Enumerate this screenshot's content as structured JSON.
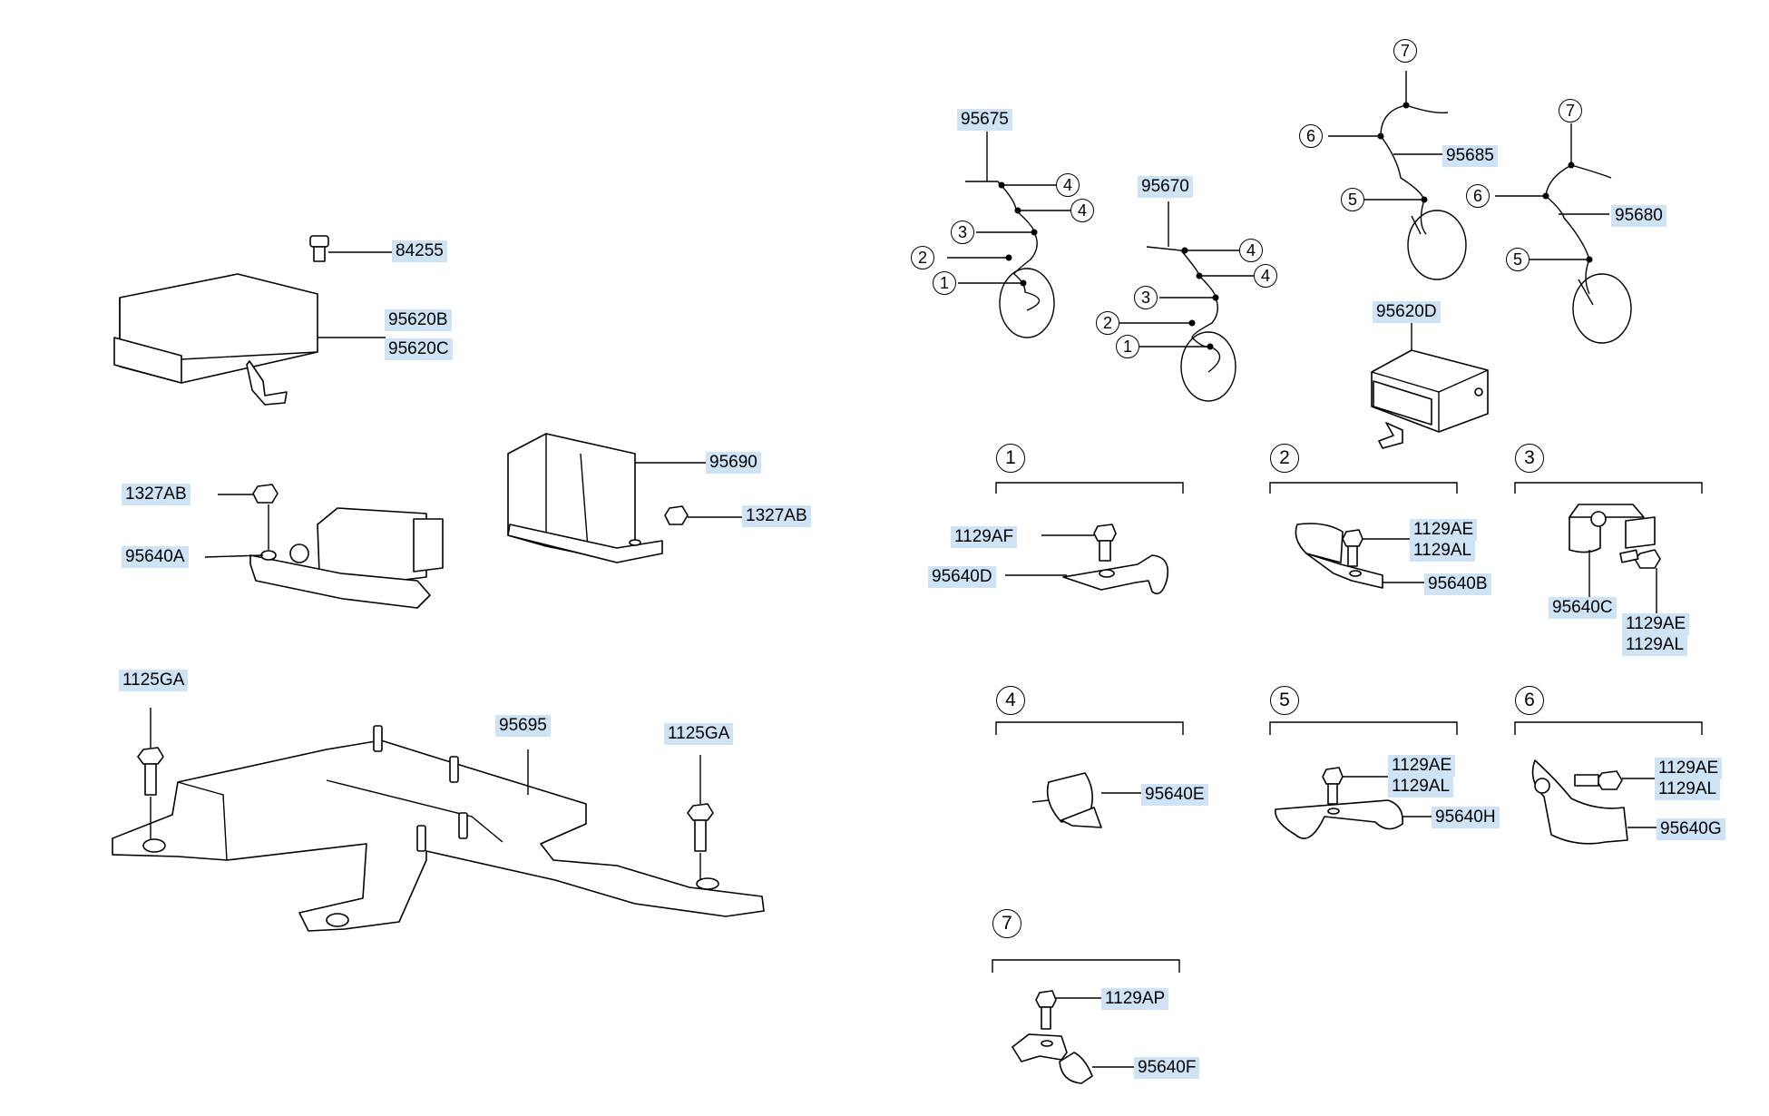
{
  "parts": {
    "p84255": "84255",
    "p95620B": "95620B",
    "p95620C": "95620C",
    "p95690": "95690",
    "p1327AB_a": "1327AB",
    "p1327AB_b": "1327AB",
    "p95640A": "95640A",
    "p1125GA_a": "1125GA",
    "p1125GA_b": "1125GA",
    "p95695": "95695",
    "p95675": "95675",
    "p95670": "95670",
    "p95685": "95685",
    "p95680": "95680",
    "p95620D": "95620D",
    "p1129AF": "1129AF",
    "p95640D": "95640D",
    "p1129AE_2": "1129AE",
    "p1129AL_2": "1129AL",
    "p95640B": "95640B",
    "p95640C": "95640C",
    "p1129AE_3": "1129AE",
    "p1129AL_3": "1129AL",
    "p95640E": "95640E",
    "p1129AE_5": "1129AE",
    "p1129AL_5": "1129AL",
    "p95640H": "95640H",
    "p1129AE_6": "1129AE",
    "p1129AL_6": "1129AL",
    "p95640G": "95640G",
    "p1129AP": "1129AP",
    "p95640F": "95640F"
  },
  "callouts": {
    "c1": "1",
    "c2": "2",
    "c3": "3",
    "c4": "4",
    "c5": "5",
    "c6": "6",
    "c7": "7"
  },
  "wire_markers": {
    "w75_4a": "4",
    "w75_4b": "4",
    "w75_3": "3",
    "w75_2": "2",
    "w75_1": "1",
    "w70_4a": "4",
    "w70_4b": "4",
    "w70_3": "3",
    "w70_2": "2",
    "w70_1": "1",
    "w85_7": "7",
    "w85_6": "6",
    "w85_5": "5",
    "w80_7": "7",
    "w80_6": "6",
    "w80_5": "5"
  }
}
